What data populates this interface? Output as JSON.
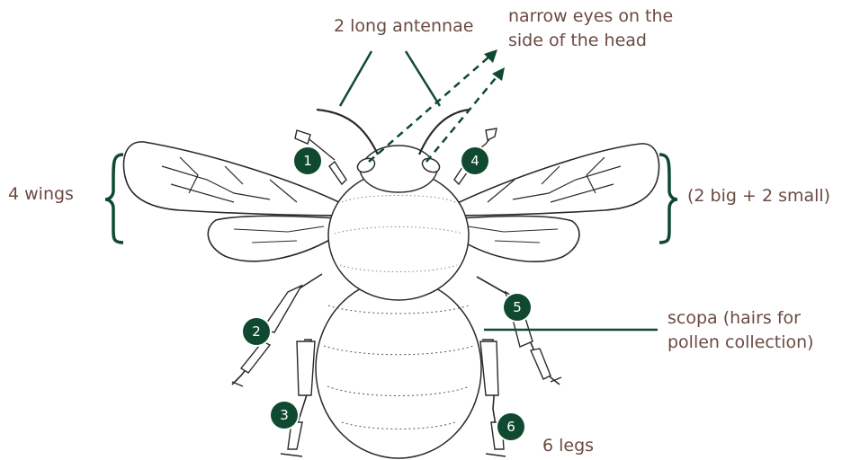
{
  "labels": {
    "antennae": "2 long antennae",
    "eyes_line1": "narrow eyes on the",
    "eyes_line2": "side of the head",
    "wings": "4 wings",
    "wing_sizes": "(2 big + 2 small)",
    "scopa_line1": "scopa (hairs for",
    "scopa_line2": "pollen collection)",
    "legs": "6 legs"
  },
  "leg_badges": [
    "1",
    "2",
    "3",
    "4",
    "5",
    "6"
  ],
  "colors": {
    "accent_green": "#0f4a30",
    "label_brown": "#6b4a42",
    "outline": "#2a2a2a"
  },
  "icons": {
    "main_illustration": "bee-illustration",
    "wing_bracket_left": "curly-brace-left",
    "wing_bracket_right": "curly-brace-right"
  }
}
